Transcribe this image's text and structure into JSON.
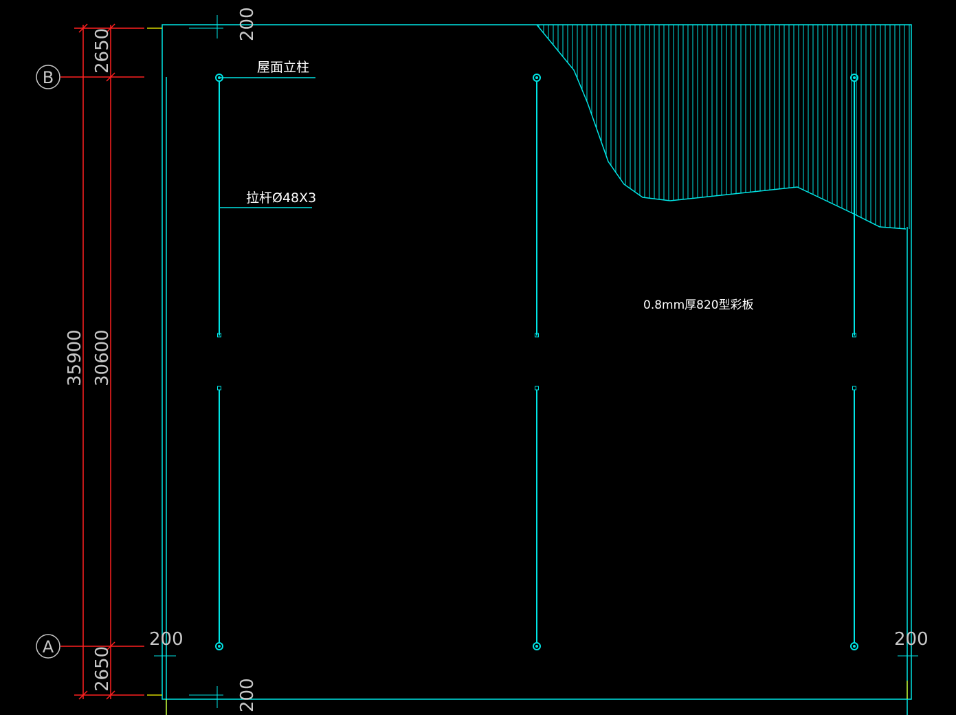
{
  "drawing": {
    "colors": {
      "background": "#000000",
      "member": "#00e5e5",
      "dimension": "#ff2020",
      "text": "#ffffff",
      "dimText": "#c8c8c8",
      "tick": "#ffff00"
    },
    "axes": [
      {
        "id": "B",
        "label": "B"
      },
      {
        "id": "A",
        "label": "A"
      }
    ],
    "dimensions": {
      "total_vertical": "35900",
      "top_segment": "2650",
      "middle_segment": "30600",
      "bottom_segment": "2650",
      "top_offset": "200",
      "bottom_offset": "200",
      "left_offset": "200",
      "right_offset": "200"
    },
    "labels": {
      "roof_post": "屋面立柱",
      "tie_rod": "拉杆Ø48X3",
      "panel": "0.8mm厚820型彩板"
    }
  }
}
